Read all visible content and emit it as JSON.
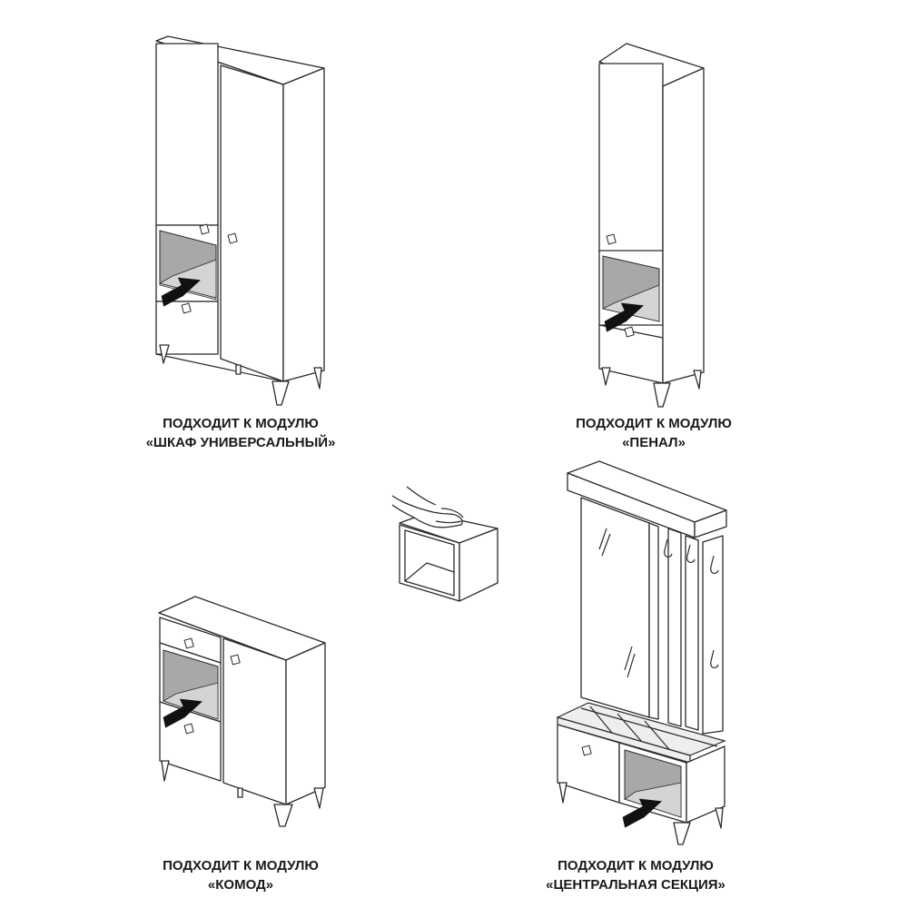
{
  "colors": {
    "line": "#2a2a2a",
    "panel": "#ffffff",
    "niche_back": "#a8a8a8",
    "niche_floor": "#d4d4d4",
    "arrow": "#111111",
    "cushion": "#eeeeee"
  },
  "captions": {
    "wardrobe": {
      "line1": "ПОДХОДИТ К МОДУЛЮ",
      "line2": "«ШКАФ УНИВЕРСАЛЬНЫЙ»"
    },
    "penal": {
      "line1": "ПОДХОДИТ К МОДУЛЮ",
      "line2": "«ПЕНАЛ»"
    },
    "komod": {
      "line1": "ПОДХОДИТ К МОДУЛЮ",
      "line2": "«КОМОД»"
    },
    "central": {
      "line1": "ПОДХОДИТ К МОДУЛЮ",
      "line2": "«ЦЕНТРАЛЬНАЯ СЕКЦИЯ»"
    }
  }
}
